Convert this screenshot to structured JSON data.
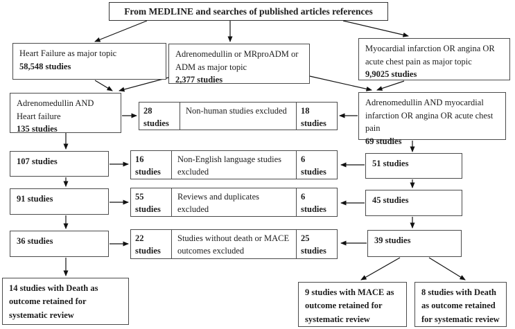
{
  "title": "From MEDLINE and searches of published articles references",
  "sources": {
    "heart_failure": {
      "label": "Heart Failure as major topic",
      "count": "58,548 studies"
    },
    "adm": {
      "label": "Adrenomedullin or MRproADM or ADM as major topic",
      "count": "2,377 studies"
    },
    "mi": {
      "label": "Myocardial infarction OR angina OR acute chest pain as major topic",
      "count": "9,9025 studies"
    }
  },
  "combined": {
    "adm_hf": {
      "label": "Adrenomedullin AND Heart failure",
      "count": "135 studies"
    },
    "adm_mi": {
      "label": "Adrenomedullin AND myocardial infarction OR angina OR acute chest pain",
      "count": "69 studies"
    }
  },
  "exclusions": [
    {
      "left_count": "28 studies",
      "reason": "Non-human studies excluded",
      "right_count": "18 studies"
    },
    {
      "left_count": "16 studies",
      "reason": "Non-English language studies excluded",
      "right_count": "6 studies"
    },
    {
      "left_count": "55 studies",
      "reason": "Reviews and duplicates excluded",
      "right_count": "6 studies"
    },
    {
      "left_count": "22 studies",
      "reason": "Studies without death or MACE outcomes excluded",
      "right_count": "25 studies"
    }
  ],
  "left_chain": {
    "step1": "107 studies",
    "step2": "91 studies",
    "step3": "36 studies"
  },
  "right_chain": {
    "step1": "51 studies",
    "step2": "45 studies",
    "step3": "39 studies"
  },
  "outcomes": {
    "death_hf": "14 studies  with Death as outcome retained for systematic review",
    "mace": "9 studies  with MACE as outcome retained for systematic review",
    "death_mi": "8 studies with  Death as outcome retained for systematic review"
  }
}
